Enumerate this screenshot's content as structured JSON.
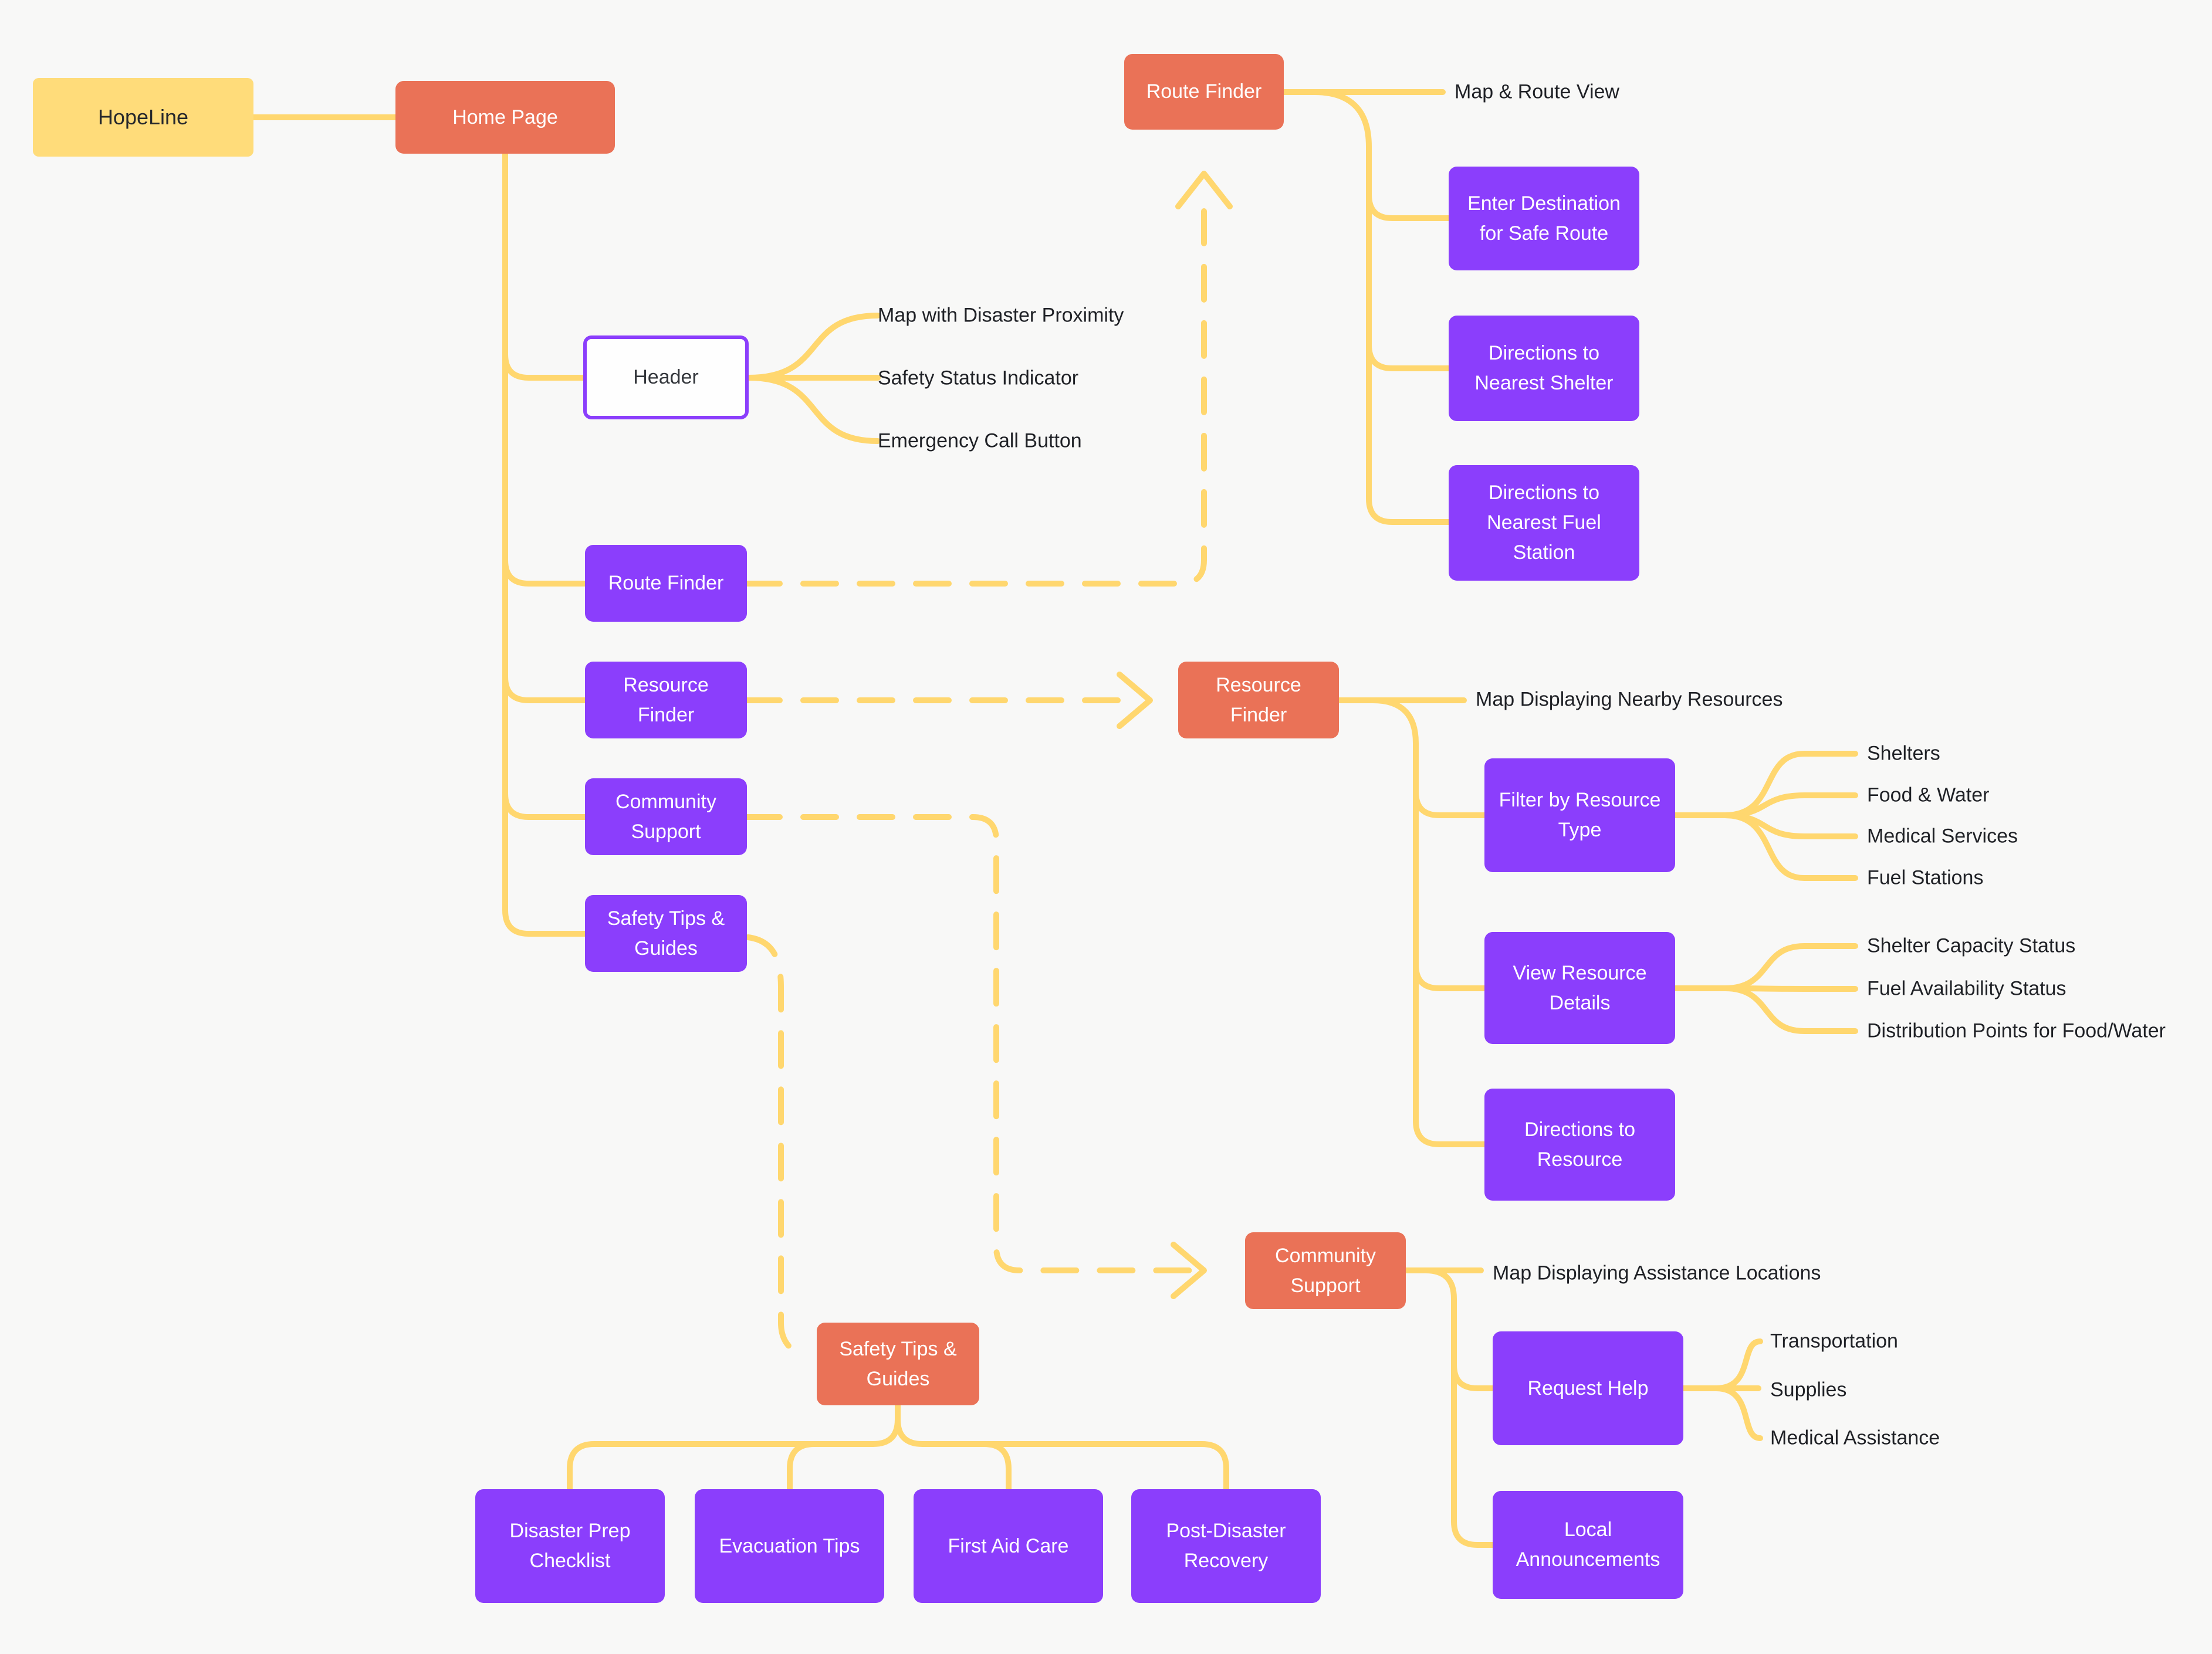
{
  "colors": {
    "background": "#F8F8F7",
    "root_yellow": "#FFDC7A",
    "page_coral": "#EA7257",
    "feature_purple": "#8B3EFC",
    "connector_yellow": "#FFD76F",
    "text_dark": "#1F2126"
  },
  "root": {
    "label": "HopeLine"
  },
  "home": {
    "label": "Home Page"
  },
  "header": {
    "label": "Header",
    "items": {
      "map_proximity": "Map with Disaster Proximity",
      "safety_status": "Safety Status Indicator",
      "emergency_call": "Emergency Call Button"
    }
  },
  "nav": {
    "route_finder": "Route Finder",
    "resource_finder": "Resource Finder",
    "community_support": "Community Support",
    "safety_tips": "Safety Tips & Guides"
  },
  "route_finder_page": {
    "title": "Route Finder",
    "map_route_view": "Map & Route View",
    "enter_destination": "Enter Destination for Safe Route",
    "directions_shelter": "Directions to Nearest Shelter",
    "directions_fuel": "Directions to Nearest Fuel Station"
  },
  "resource_finder_page": {
    "title": "Resource Finder",
    "map_nearby": "Map Displaying Nearby Resources",
    "filter_title": "Filter by Resource Type",
    "filter_options": [
      "Shelters",
      "Food & Water",
      "Medical Services",
      "Fuel Stations"
    ],
    "details_title": "View Resource Details",
    "details_items": [
      "Shelter Capacity Status",
      "Fuel Availability Status",
      "Distribution Points for Food/Water"
    ],
    "directions_resource": "Directions to Resource"
  },
  "community_support_page": {
    "title": "Community Support",
    "map_assistance": "Map Displaying Assistance Locations",
    "request_help": "Request Help",
    "request_options": [
      "Transportation",
      "Supplies",
      "Medical Assistance"
    ],
    "local_announcements": "Local Announcements"
  },
  "safety_tips_page": {
    "title": "Safety Tips & Guides",
    "guides": [
      "Disaster Prep Checklist",
      "Evacuation Tips",
      "First Aid Care",
      "Post-Disaster Recovery"
    ]
  }
}
